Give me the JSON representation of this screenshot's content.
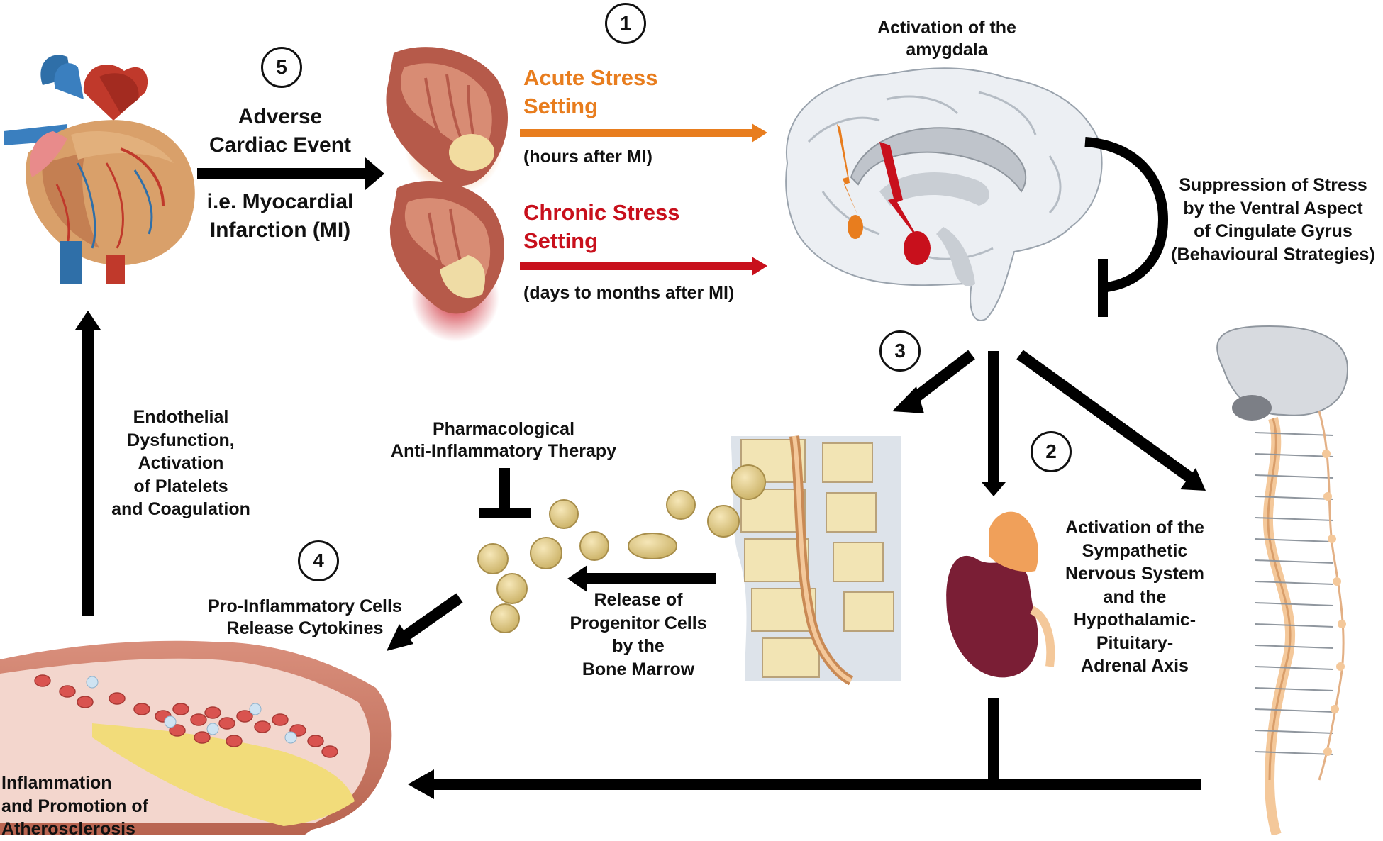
{
  "colors": {
    "acute": "#e87d1e",
    "chronic": "#c8101c",
    "arrow": "#000000",
    "heart_red": "#c0392b",
    "vessel": "#e2a38f",
    "plaque": "#f2dc7a",
    "cell": "#e5cf8a",
    "kidney": "#7a1e35",
    "gland": "#f0a05a",
    "spine": "#f4c89a",
    "brain": "#eceff3",
    "amygdala": "#c8101c"
  },
  "steps": [
    "1",
    "2",
    "3",
    "4",
    "5"
  ],
  "adverse_event": {
    "line1": "Adverse",
    "line2": "Cardiac Event",
    "line3": "i.e. Myocardial",
    "line4": "Infarction (MI)"
  },
  "acute": {
    "line1": "Acute Stress",
    "line2": "Setting",
    "time": "(hours after MI)"
  },
  "chronic": {
    "line1": "Chronic Stress",
    "line2": "Setting",
    "time": "(days to months after MI)"
  },
  "amygdala": {
    "line1": "Activation of the",
    "line2": "amygdala"
  },
  "suppression": {
    "line1": "Suppression of Stress",
    "line2": "by the Ventral Aspect",
    "line3": "of Cingulate Gyrus",
    "line4": "(Behavioural Strategies)"
  },
  "endothelial": {
    "line1": "Endothelial",
    "line2": "Dysfunction,",
    "line3": "Activation",
    "line4": "of Platelets",
    "line5": "and Coagulation"
  },
  "pharma": {
    "line1": "Pharmacological",
    "line2": "Anti-Inflammatory Therapy"
  },
  "pro_inflammatory": {
    "line1": "Pro-Inflammatory Cells",
    "line2": "Release Cytokines"
  },
  "progenitor": {
    "line1": "Release of",
    "line2": "Progenitor Cells",
    "line3": "by the",
    "line4": "Bone Marrow"
  },
  "sympathetic": {
    "line1": "Activation of the",
    "line2": "Sympathetic",
    "line3": "Nervous System",
    "line4": "and the",
    "line5": "Hypothalamic-",
    "line6": "Pituitary-",
    "line7": "Adrenal Axis"
  },
  "inflammation": {
    "line1": "Inflammation",
    "line2": "and Promotion of",
    "line3": "Atherosclerosis"
  }
}
